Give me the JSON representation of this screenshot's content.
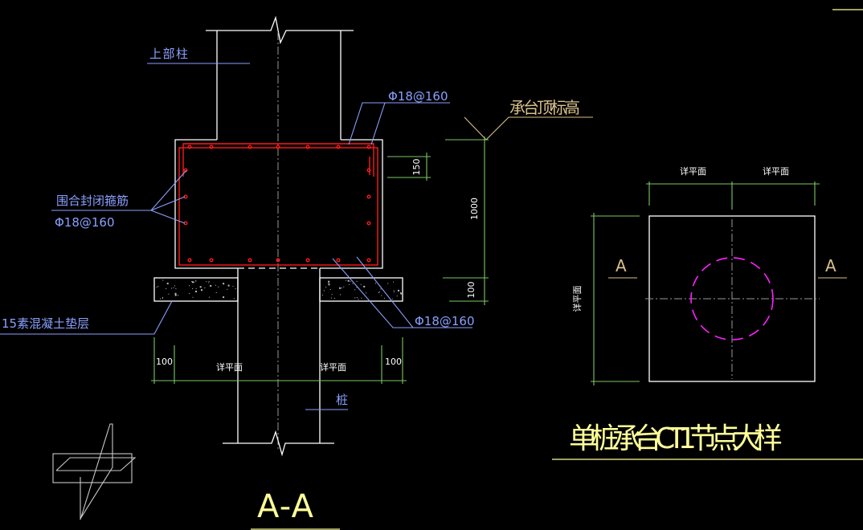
{
  "drawing": {
    "section_view": {
      "title": "A-A",
      "labels": {
        "upper_column": "上部柱",
        "cap_top_elevation": "承台顶标高",
        "top_rebar": "Φ18@160",
        "stirrup_name": "围合封闭箍筋",
        "stirrup_spec": "Φ18@160",
        "bottom_rebar": "Φ18@160",
        "cushion": "15素混凝土垫层",
        "pile": "桩"
      },
      "dimensions": {
        "cover_top": "150",
        "cap_height": "1000",
        "cushion_thickness": "100",
        "left_offset": "100",
        "right_offset": "100",
        "left_half": "详平面",
        "right_half": "详平面"
      }
    },
    "plan_view": {
      "top_left_dim": "详平面",
      "top_right_dim": "详平面",
      "left_dim": "详平面",
      "section_mark_left": "A",
      "section_mark_right": "A"
    },
    "detail_title": "单桩承台CT1节点大样",
    "colors": {
      "background": "#000000",
      "outline": "#ffffff",
      "rebar": "#ff1a1a",
      "dimension": "#78c864",
      "leader": "#8aa0ff",
      "elevation": "#d8c08a",
      "title": "#ffff99",
      "pile_circle": "#ff22ff"
    }
  }
}
